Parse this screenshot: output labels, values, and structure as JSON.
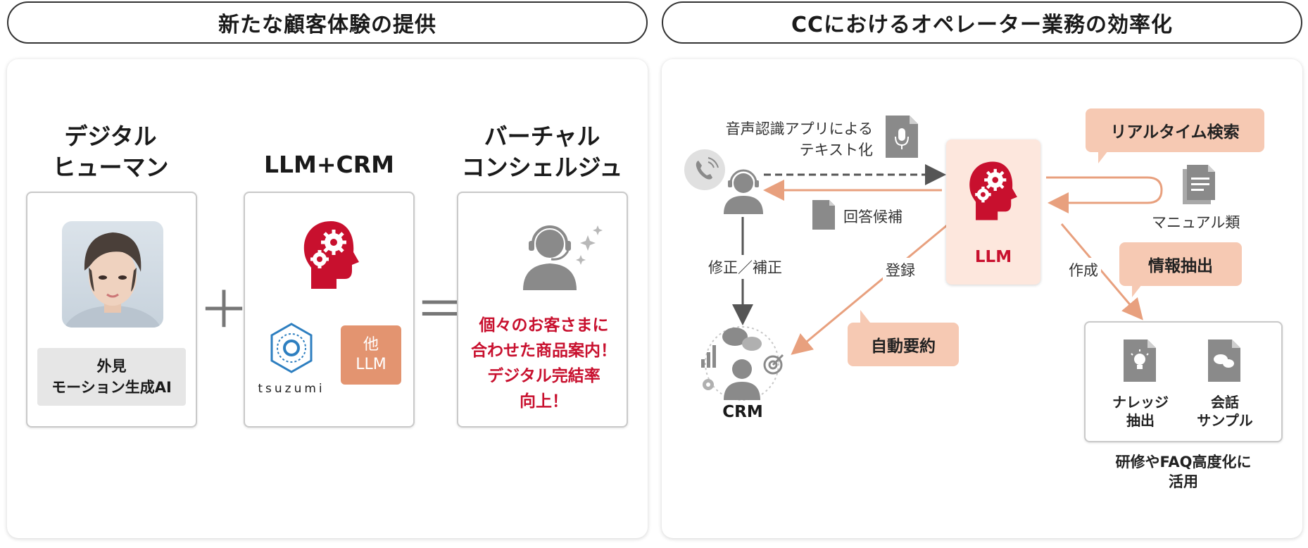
{
  "left_section": {
    "title": "新たな顧客体験の提供",
    "col1": {
      "heading_line1": "デジタル",
      "heading_line2": "ヒューマン",
      "caption_line1": "外見",
      "caption_line2": "モーション生成AI"
    },
    "plus": "＋",
    "col2": {
      "heading": "LLM+CRM",
      "tsuzumi_label": "tsuzumi",
      "other_llm_line1": "他",
      "other_llm_line2": "LLM"
    },
    "equals": "＝",
    "col3": {
      "heading_line1": "バーチャル",
      "heading_line2": "コンシェルジュ",
      "result_line1": "個々のお客さまに",
      "result_line2": "合わせた商品案内！",
      "result_line3": "デジタル完結率",
      "result_line4": "向上！"
    }
  },
  "right_section": {
    "title": "CCにおけるオペレーター業務の効率化",
    "speech_label_line1": "音声認識アプリによる",
    "speech_label_line2": "テキスト化",
    "answer_candidate": "回答候補",
    "correction": "修正／補正",
    "register": "登録",
    "llm_label": "LLM",
    "create": "作成",
    "crm_label": "CRM",
    "realtime_search": "リアルタイム検索",
    "manuals": "マニュアル類",
    "info_extract": "情報抽出",
    "auto_summary": "自動要約",
    "knowledge_line1": "ナレッジ",
    "knowledge_line2": "抽出",
    "conversation_line1": "会話",
    "conversation_line2": "サンプル",
    "usage_line1": "研修やFAQ高度化に",
    "usage_line2": "活用"
  },
  "colors": {
    "accent_red": "#c8102e",
    "salmon": "#f6c9b3",
    "other_llm_orange": "#e39470",
    "arrow_orange": "#e8a07e",
    "icon_gray": "#8a8a8a",
    "tsuzumi_blue": "#2e7fc0"
  }
}
